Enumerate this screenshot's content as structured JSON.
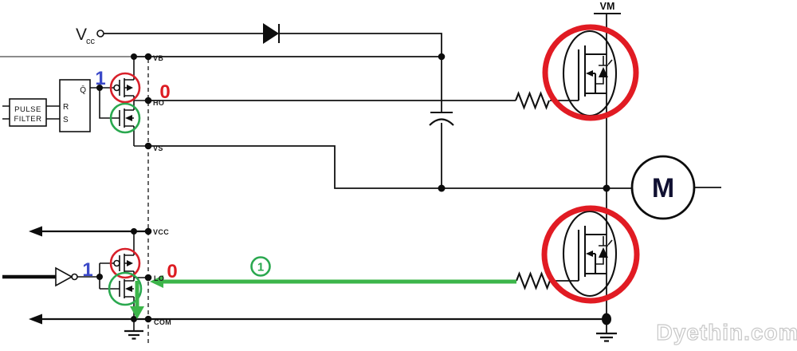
{
  "colors": {
    "annotation_red": "#e11b23",
    "annotation_green": "#3cb54a",
    "annotation_blue": "#3b49c8",
    "watermark_gray": "#c8c8c8"
  },
  "labels": {
    "supply": {
      "v": "V",
      "sub": "cc"
    },
    "vm": "VM",
    "pins": {
      "vb": "VB",
      "ho": "HO",
      "vs": "VS",
      "vcc": "VCC",
      "lo": "LO",
      "com": "COM"
    },
    "pulse_filter": {
      "line1": "PULSE",
      "line2": "FILTER"
    },
    "latch": {
      "q": "Q̄",
      "r": "R",
      "s": "S"
    },
    "motor": "M"
  },
  "annotations": {
    "high_side_input": "1",
    "high_side_output": "0",
    "low_side_input": "1",
    "low_side_output": "0",
    "current_step": "1"
  },
  "watermark": "Dyethin.com"
}
